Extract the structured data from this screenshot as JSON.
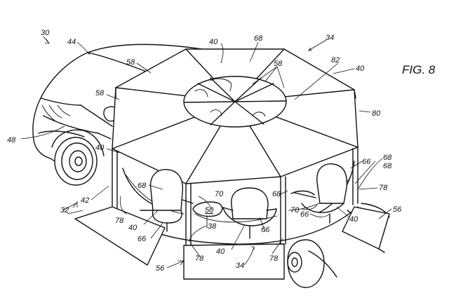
{
  "figure": {
    "label": "FIG. 8"
  },
  "refs": {
    "r30": "30",
    "r44": "44",
    "r48": "48",
    "r42": "42",
    "r32": "32",
    "r58a": "58",
    "r58b": "58",
    "r58c": "58",
    "r40a": "40",
    "r40b": "40",
    "r40c": "40",
    "r40d": "40",
    "r40e": "40",
    "r40f": "40",
    "r68a": "68",
    "r68b": "68",
    "r68c": "68",
    "r68d": "68",
    "r68e": "68",
    "r34a": "34",
    "r34b": "34",
    "r82": "82",
    "r80": "80",
    "r66a": "66",
    "r66b": "66",
    "r66c": "66",
    "r66d": "66",
    "r78a": "78",
    "r78b": "78",
    "r78c": "78",
    "r78d": "78",
    "r70a": "70",
    "r70b": "70",
    "r50": "50",
    "r38": "38",
    "r56a": "56",
    "r56b": "56"
  }
}
